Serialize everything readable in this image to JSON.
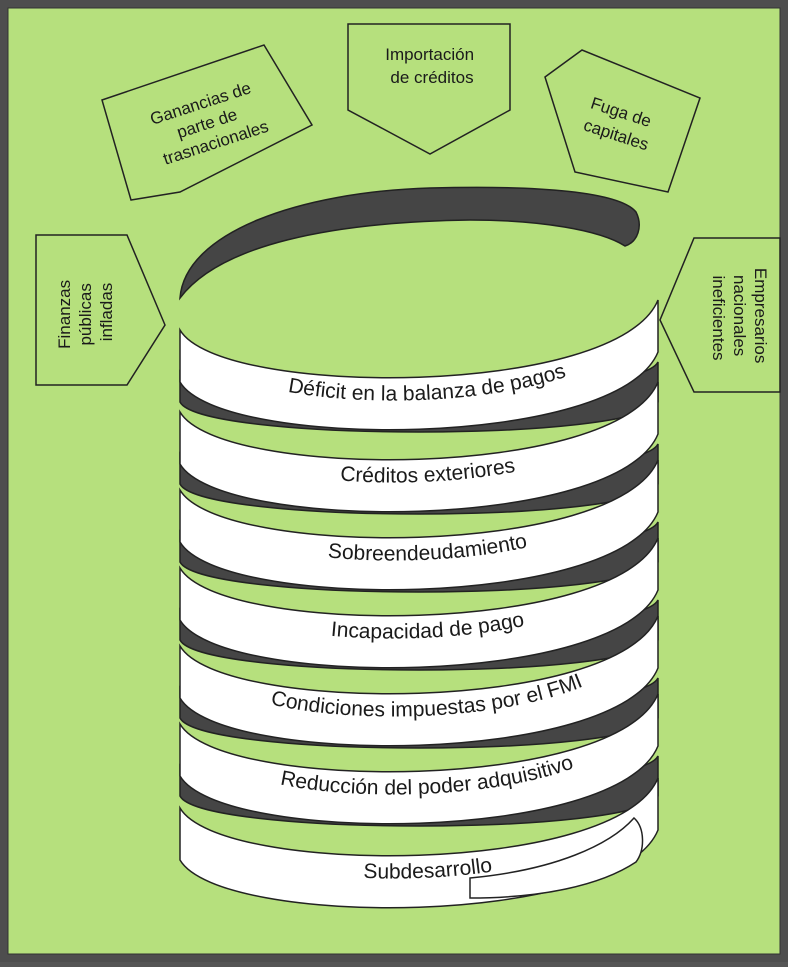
{
  "causes": [
    {
      "id": "ganancias",
      "lines": [
        "Ganancias de",
        "parte de",
        "trasnacionales"
      ]
    },
    {
      "id": "importacion",
      "lines": [
        "Importación",
        "de créditos"
      ]
    },
    {
      "id": "fuga",
      "lines": [
        "Fuga de",
        "capitales"
      ]
    },
    {
      "id": "finanzas",
      "lines": [
        "Finanzas",
        "públicas",
        "infladas"
      ]
    },
    {
      "id": "empresarios",
      "lines": [
        "Empresarios",
        "nacionales",
        "ineficientes"
      ]
    }
  ],
  "spiral_labels": [
    "Déficit en la balanza de pagos",
    "Créditos exteriores",
    "Sobreendeudamiento",
    "Incapacidad de pago",
    "Condiciones impuestas por el FMI",
    "Reducción del poder adquisitivo",
    "Subdesarrollo"
  ],
  "colors": {
    "background": "#b6e07d",
    "frame": "#4e4e4e",
    "band_fill": "#ffffff",
    "band_back": "#454545",
    "box_fill": "#b6e07d",
    "outline": "#222222"
  }
}
